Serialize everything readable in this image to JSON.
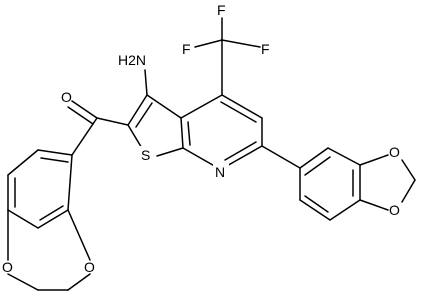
{
  "molecule": {
    "labels": {
      "amine": "H2N",
      "fluorine_top": "F",
      "fluorine_left": "F",
      "fluorine_right": "F",
      "carbonyl_oxygen": "O",
      "thiophene_sulfur": "S",
      "pyridine_nitrogen": "N",
      "dioxole_oxygen_top": "O",
      "dioxole_oxygen_bottom": "O",
      "dioxane_oxygen_left": "O",
      "dioxane_oxygen_right": "O"
    }
  }
}
